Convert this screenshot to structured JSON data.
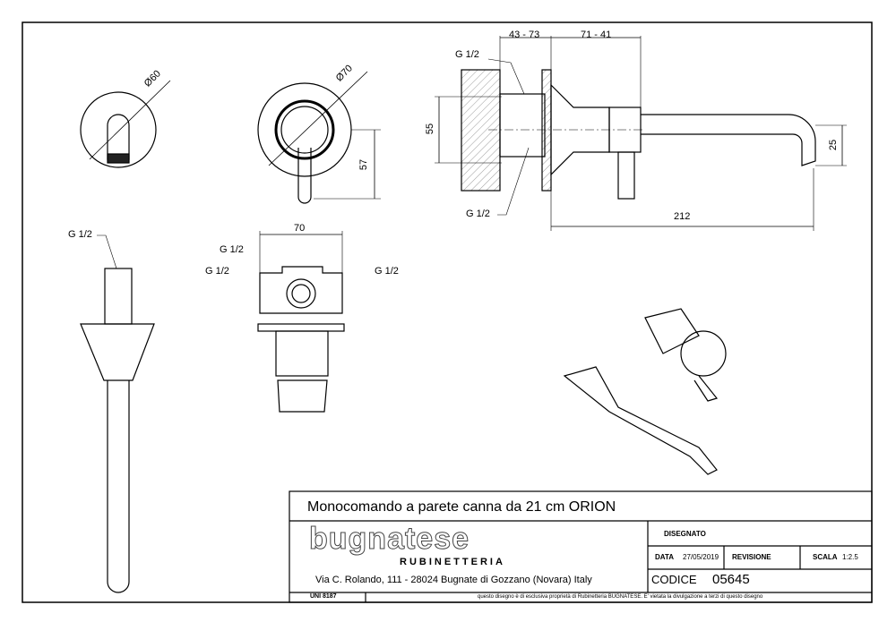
{
  "dimensions": {
    "front_small_diameter": "Ø60",
    "front_large_diameter": "Ø70",
    "lever_height": "57",
    "thread_left": "G 1/2",
    "thread_body_top": "G 1/2",
    "thread_body_left": "G 1/2",
    "thread_body_right": "G 1/2",
    "thread_side_top": "G 1/2",
    "thread_side_bottom": "G 1/2",
    "wall_range": "43 - 73",
    "projection_range": "71 - 41",
    "body_height": "55",
    "spout_height": "25",
    "spout_length": "212",
    "body_width": "70"
  },
  "title_block": {
    "title": "Monocomando a parete canna da 21 cm ORION",
    "brand": "bugnatese",
    "brand_sub": "RUBINETTERIA",
    "address": "Via C. Rolando, 111 - 28024 Bugnate di Gozzano (Novara) Italy",
    "drawn_label": "DISEGNATO",
    "date_label": "DATA",
    "date_value": "27/05/2019",
    "revision_label": "REVISIONE",
    "scale_label": "SCALA",
    "scale_value": "1:2.5",
    "code_label": "CODICE",
    "code_value": "05645",
    "standard": "UNI 8187",
    "disclaimer": "questo disegno è di esclusiva proprietà di Rubinetteria BUGNATESE. E' vietata la divulgazione a terzi di questo disegno"
  }
}
